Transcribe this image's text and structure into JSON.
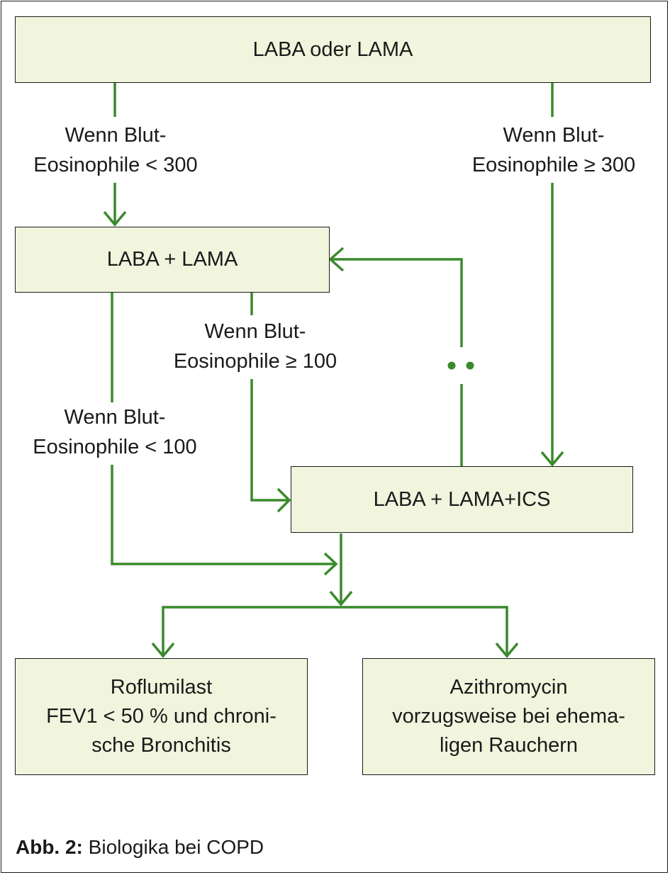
{
  "colors": {
    "arrow": "#3a8a2c",
    "box_fill": "#f1f5dd",
    "border": "#1a1a1a"
  },
  "boxes": {
    "top": "LABA oder LAMA",
    "middle": "LABA + LAMA",
    "triple": "LABA + LAMA+ICS",
    "roflumilast": [
      "Roflumilast",
      "FEV1 < 50 % und chroni-",
      "sche Bronchitis"
    ],
    "azithromycin": [
      "Azithromycin",
      "vorzugsweise bei ehema-",
      "ligen Rauchern"
    ]
  },
  "edge_labels": {
    "eos_lt_300": [
      "Wenn Blut-",
      "Eosinophile < 300"
    ],
    "eos_ge_300": [
      "Wenn Blut-",
      "Eosinophile ≥ 300"
    ],
    "eos_ge_100": [
      "Wenn Blut-",
      "Eosinophile ≥ 100"
    ],
    "eos_lt_100": [
      "Wenn Blut-",
      "Eosinophile < 100"
    ]
  },
  "caption": {
    "label": "Abb. 2:",
    "text": "Biologika bei COPD"
  }
}
